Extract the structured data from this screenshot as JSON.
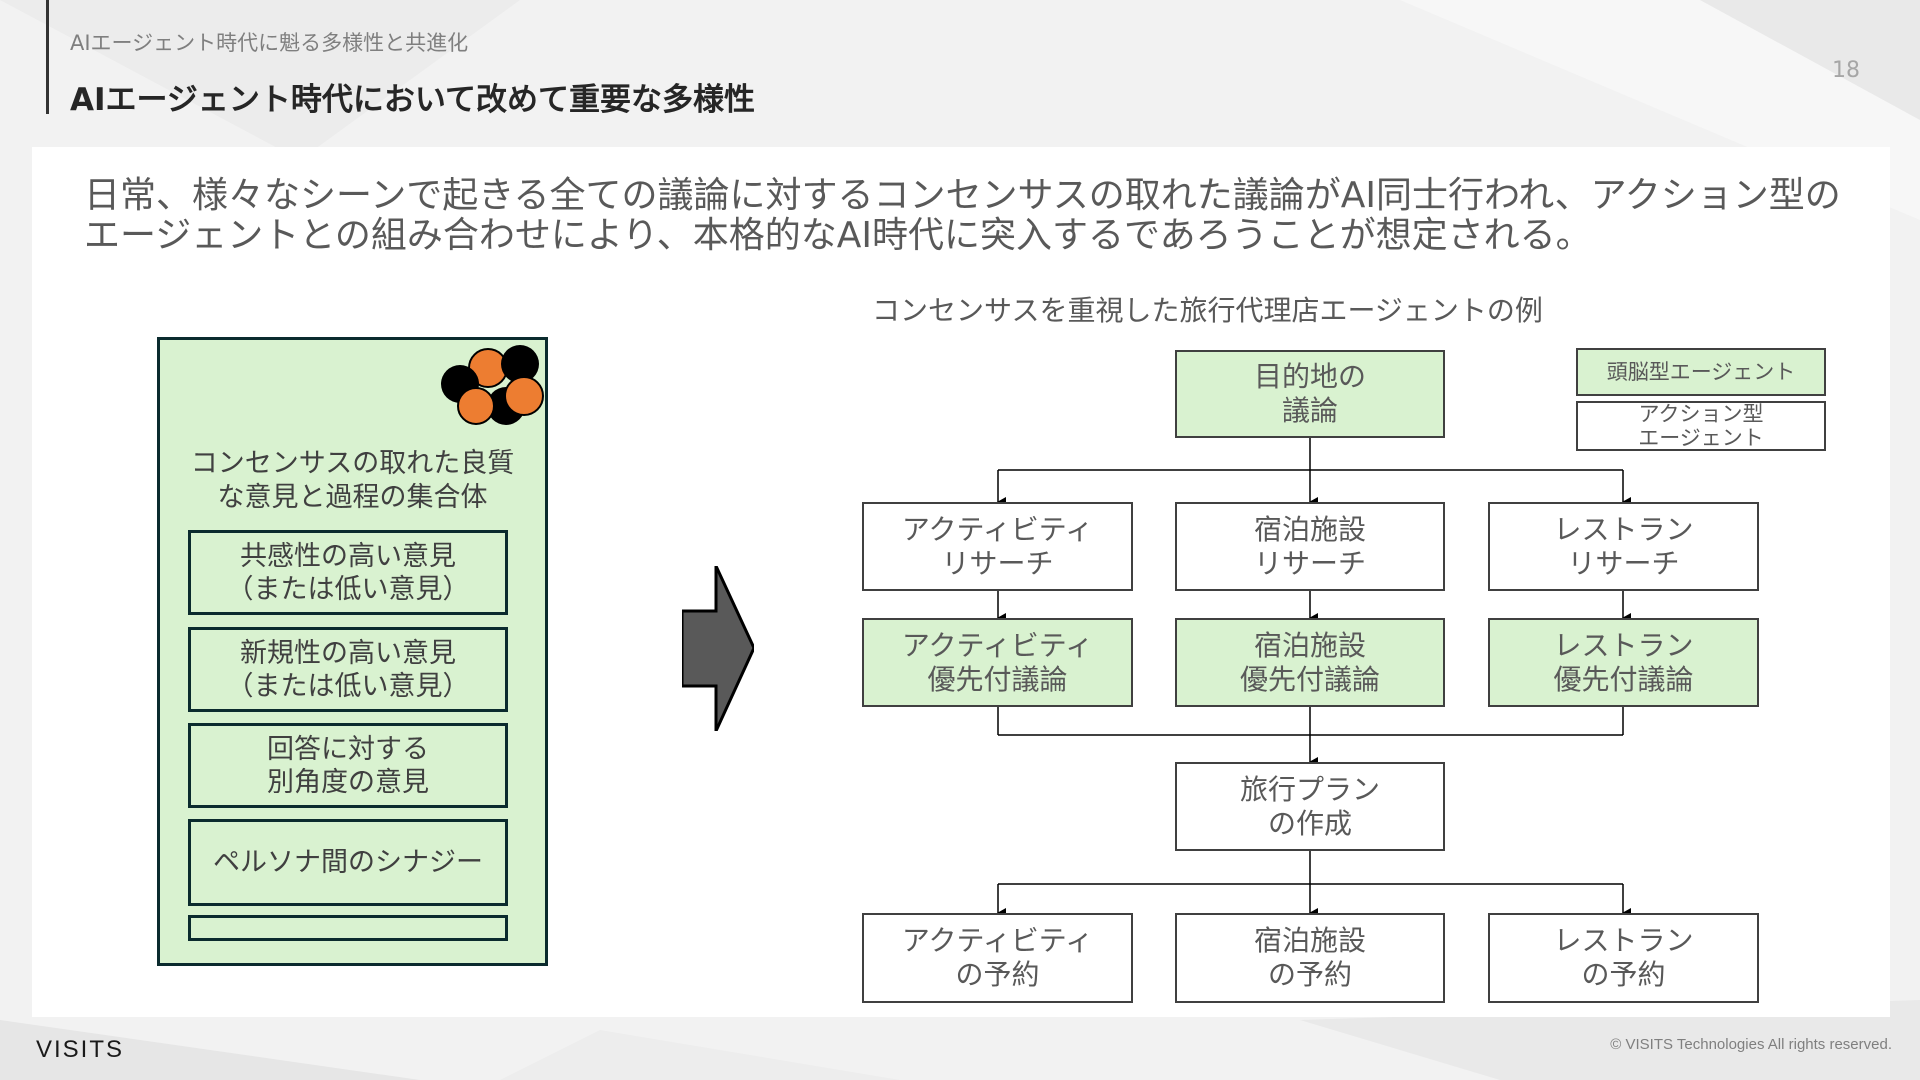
{
  "header": {
    "subtitle": "AIエージェント時代に魁る多様性と共進化",
    "title": "AIエージェント時代において改めて重要な多様性",
    "page_number": "18"
  },
  "lead": {
    "line1": "日常、様々なシーンで起きる全ての議論に対するコンセンサスの取れた議論がAI同士行われ、アクション型の",
    "line2": "エージェントとの組み合わせにより、本格的なAI時代に突入するであろうことが想定される。"
  },
  "left_panel": {
    "title": "コンセンサスの取れた良質\nな意見と過程の集合体",
    "items": [
      "共感性の高い意見\n（または低い意見）",
      "新規性の高い意見\n（または低い意見）",
      "回答に対する\n別角度の意見",
      "ペルソナ間のシナジー",
      ""
    ]
  },
  "diagram": {
    "title": "コンセンサスを重視した旅行代理店エージェントの例",
    "legend": {
      "brain_agent": "頭脳型エージェント",
      "action_agent": "アクション型\nエージェント"
    },
    "root": "目的地の\n議論",
    "research": [
      "アクティビティ\nリサーチ",
      "宿泊施設\nリサーチ",
      "レストラン\nリサーチ"
    ],
    "prioritized": [
      "アクティビティ\n優先付議論",
      "宿泊施設\n優先付議論",
      "レストラン\n優先付議論"
    ],
    "plan": "旅行プラン\nの作成",
    "booking": [
      "アクティビティ\nの予約",
      "宿泊施設\nの予約",
      "レストラン\nの予約"
    ]
  },
  "footer": {
    "logo": "VISITS",
    "copyright": "© VISITS Technologies  All rights reserved."
  },
  "colors": {
    "brain_agent_fill": "#d9f2d0",
    "action_agent_fill": "#ffffff",
    "dot_orange": "#ed7d31",
    "dot_black": "#000000",
    "arrow_fill": "#595959"
  }
}
